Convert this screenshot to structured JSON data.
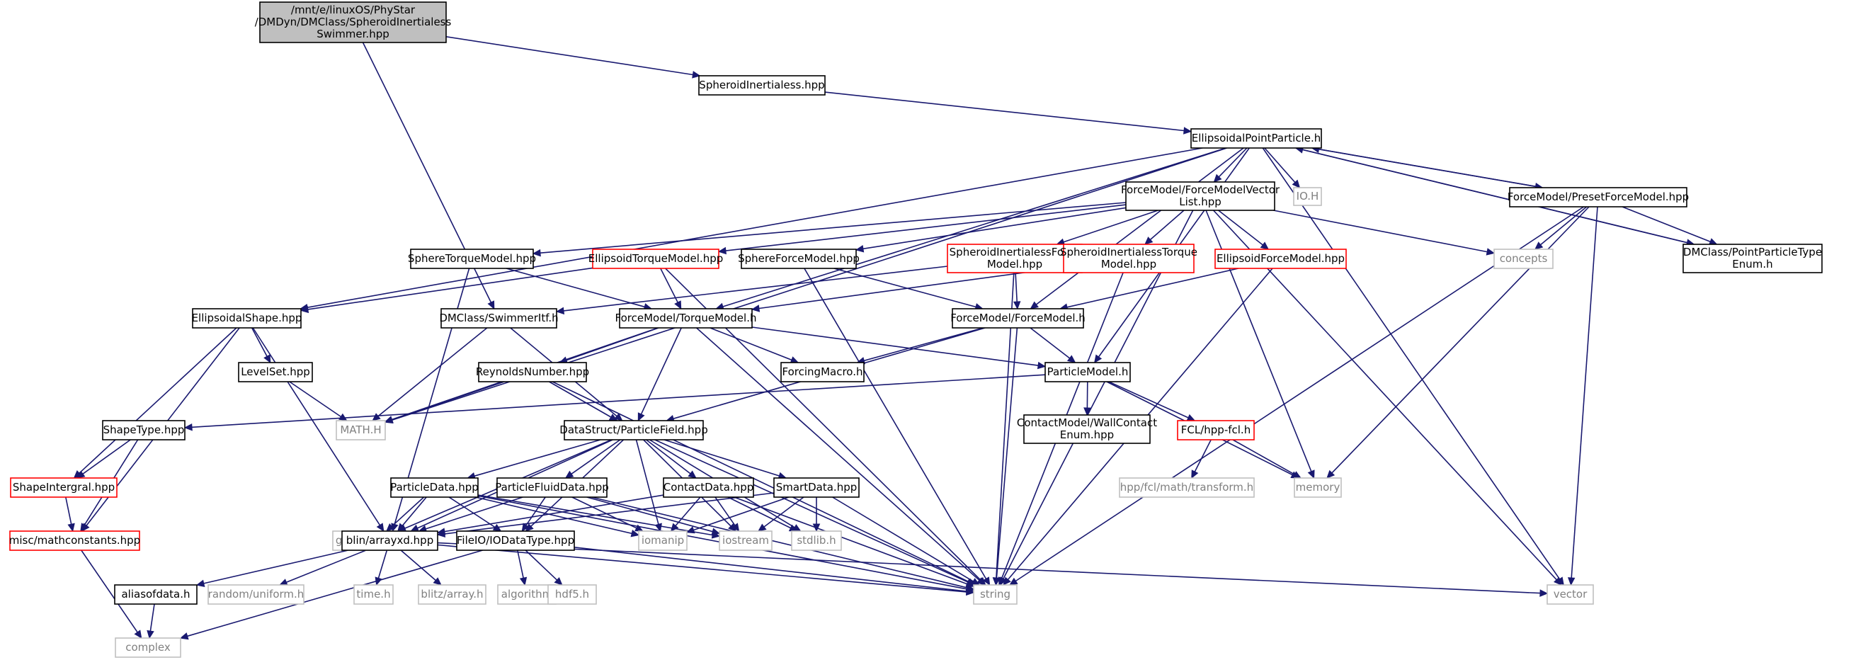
{
  "graph_title": "",
  "nodes": [
    {
      "id": "root",
      "lines": [
        "/mnt/e/linuxOS/PhyStar",
        "/DMDyn/DMClass/SpheroidInertialess",
        "Swimmer.hpp"
      ],
      "style": "root"
    },
    {
      "id": "SpheroidInertialess",
      "lines": [
        "SpheroidInertialess.hpp"
      ],
      "style": "normal"
    },
    {
      "id": "EllipsoidalPointParticle",
      "lines": [
        "EllipsoidalPointParticle.h"
      ],
      "style": "normal"
    },
    {
      "id": "ForceModelVectorList",
      "lines": [
        "ForceModel/ForceModelVector",
        "List.hpp"
      ],
      "style": "normal"
    },
    {
      "id": "IOH",
      "lines": [
        "IO.H"
      ],
      "style": "system"
    },
    {
      "id": "PresetForceModel",
      "lines": [
        "ForceModel/PresetForceModel.hpp"
      ],
      "style": "normal"
    },
    {
      "id": "concepts",
      "lines": [
        "concepts"
      ],
      "style": "system"
    },
    {
      "id": "PointParticleTypeEnum",
      "lines": [
        "DMClass/PointParticleType",
        "Enum.h"
      ],
      "style": "normal"
    },
    {
      "id": "SphereTorqueModel",
      "lines": [
        "SphereTorqueModel.hpp"
      ],
      "style": "normal"
    },
    {
      "id": "EllipsoidTorqueModel",
      "lines": [
        "EllipsoidTorqueModel.hpp"
      ],
      "style": "missing"
    },
    {
      "id": "SphereForceModel",
      "lines": [
        "SphereForceModel.hpp"
      ],
      "style": "normal"
    },
    {
      "id": "SpheroidInertialessForceModel",
      "lines": [
        "SpheroidInertialessForce",
        "Model.hpp"
      ],
      "style": "missing"
    },
    {
      "id": "SpheroidInertialessTorqueModel",
      "lines": [
        "SpheroidInertialessTorque",
        "Model.hpp"
      ],
      "style": "missing"
    },
    {
      "id": "EllipsoidForceModel",
      "lines": [
        "EllipsoidForceModel.hpp"
      ],
      "style": "missing"
    },
    {
      "id": "EllipsoidalShape",
      "lines": [
        "EllipsoidalShape.hpp"
      ],
      "style": "normal"
    },
    {
      "id": "SwimmerItf",
      "lines": [
        "DMClass/SwimmerItf.h"
      ],
      "style": "normal"
    },
    {
      "id": "TorqueModel",
      "lines": [
        "ForceModel/TorqueModel.h"
      ],
      "style": "normal"
    },
    {
      "id": "ForceModel",
      "lines": [
        "ForceModel/ForceModel.h"
      ],
      "style": "normal"
    },
    {
      "id": "LevelSet",
      "lines": [
        "LevelSet.hpp"
      ],
      "style": "normal"
    },
    {
      "id": "ReynoldsNumber",
      "lines": [
        "ReynoldsNumber.hpp"
      ],
      "style": "normal"
    },
    {
      "id": "ForcingMacro",
      "lines": [
        "ForcingMacro.h"
      ],
      "style": "normal"
    },
    {
      "id": "ParticleModel",
      "lines": [
        "ParticleModel.h"
      ],
      "style": "normal"
    },
    {
      "id": "MATHH",
      "lines": [
        "MATH.H"
      ],
      "style": "system"
    },
    {
      "id": "ShapeType",
      "lines": [
        "ShapeType.hpp"
      ],
      "style": "normal"
    },
    {
      "id": "ParticleField",
      "lines": [
        "DataStruct/ParticleField.hpp"
      ],
      "style": "normal"
    },
    {
      "id": "WallContactEnum",
      "lines": [
        "ContactModel/WallContact",
        "Enum.hpp"
      ],
      "style": "normal"
    },
    {
      "id": "hppfcl",
      "lines": [
        "FCL/hpp-fcl.h"
      ],
      "style": "missing"
    },
    {
      "id": "ShapeIntergral",
      "lines": [
        "ShapeIntergral.hpp"
      ],
      "style": "missing"
    },
    {
      "id": "ParticleData",
      "lines": [
        "ParticleData.hpp"
      ],
      "style": "normal"
    },
    {
      "id": "ParticleFluidData",
      "lines": [
        "ParticleFluidData.hpp"
      ],
      "style": "normal"
    },
    {
      "id": "ContactData",
      "lines": [
        "ContactData.hpp"
      ],
      "style": "normal"
    },
    {
      "id": "SmartData",
      "lines": [
        "SmartData.hpp"
      ],
      "style": "normal"
    },
    {
      "id": "fcltransform",
      "lines": [
        "hpp/fcl/math/transform.h"
      ],
      "style": "system"
    },
    {
      "id": "memory",
      "lines": [
        "memory"
      ],
      "style": "system"
    },
    {
      "id": "mathconstants",
      "lines": [
        "misc/mathconstants.hpp"
      ],
      "style": "missing"
    },
    {
      "id": "GSMPI",
      "lines": [
        "gsmpi/GSMPI.H"
      ],
      "style": "system"
    },
    {
      "id": "arrayxd",
      "lines": [
        "blin/arrayxd.hpp"
      ],
      "style": "normal"
    },
    {
      "id": "IODataType",
      "lines": [
        "FileIO/IODataType.hpp"
      ],
      "style": "normal"
    },
    {
      "id": "iomanip",
      "lines": [
        "iomanip"
      ],
      "style": "system"
    },
    {
      "id": "iostream",
      "lines": [
        "iostream"
      ],
      "style": "system"
    },
    {
      "id": "stdlib",
      "lines": [
        "stdlib.h"
      ],
      "style": "system"
    },
    {
      "id": "aliasofdata",
      "lines": [
        "aliasofdata.h"
      ],
      "style": "normal"
    },
    {
      "id": "random",
      "lines": [
        "random/uniform.h"
      ],
      "style": "system"
    },
    {
      "id": "timeh",
      "lines": [
        "time.h"
      ],
      "style": "system"
    },
    {
      "id": "blitz",
      "lines": [
        "blitz/array.h"
      ],
      "style": "system"
    },
    {
      "id": "algorithm",
      "lines": [
        "algorithm"
      ],
      "style": "system"
    },
    {
      "id": "hdf5",
      "lines": [
        "hdf5.h"
      ],
      "style": "system"
    },
    {
      "id": "string",
      "lines": [
        "string"
      ],
      "style": "system"
    },
    {
      "id": "vector",
      "lines": [
        "vector"
      ],
      "style": "system"
    },
    {
      "id": "complex",
      "lines": [
        "complex"
      ],
      "style": "system"
    }
  ],
  "edges": [
    [
      "root",
      "SpheroidInertialess"
    ],
    [
      "root",
      "SwimmerItf"
    ],
    [
      "SpheroidInertialess",
      "EllipsoidalPointParticle"
    ],
    [
      "EllipsoidalPointParticle",
      "ForceModelVectorList"
    ],
    [
      "EllipsoidalPointParticle",
      "IOH"
    ],
    [
      "EllipsoidalPointParticle",
      "PresetForceModel"
    ],
    [
      "EllipsoidalPointParticle",
      "PointParticleTypeEnum"
    ],
    [
      "EllipsoidalPointParticle",
      "EllipsoidalShape"
    ],
    [
      "EllipsoidalPointParticle",
      "MATHH"
    ],
    [
      "EllipsoidalPointParticle",
      "TorqueModel"
    ],
    [
      "EllipsoidalPointParticle",
      "ForceModel"
    ],
    [
      "EllipsoidalPointParticle",
      "ParticleModel"
    ],
    [
      "EllipsoidalPointParticle",
      "vector"
    ],
    [
      "ForceModelVectorList",
      "SphereTorqueModel"
    ],
    [
      "ForceModelVectorList",
      "EllipsoidTorqueModel"
    ],
    [
      "ForceModelVectorList",
      "SphereForceModel"
    ],
    [
      "ForceModelVectorList",
      "SpheroidInertialessForceModel"
    ],
    [
      "ForceModelVectorList",
      "SpheroidInertialessTorqueModel"
    ],
    [
      "ForceModelVectorList",
      "EllipsoidForceModel"
    ],
    [
      "ForceModelVectorList",
      "concepts"
    ],
    [
      "ForceModelVectorList",
      "memory"
    ],
    [
      "ForceModelVectorList",
      "string"
    ],
    [
      "ForceModelVectorList",
      "vector"
    ],
    [
      "PresetForceModel",
      "concepts"
    ],
    [
      "PresetForceModel",
      "PointParticleTypeEnum"
    ],
    [
      "PresetForceModel",
      "EllipsoidalPointParticle"
    ],
    [
      "PresetForceModel",
      "memory"
    ],
    [
      "PresetForceModel",
      "string"
    ],
    [
      "PresetForceModel",
      "vector"
    ],
    [
      "PointParticleTypeEnum",
      "EllipsoidalPointParticle"
    ],
    [
      "SphereTorqueModel",
      "TorqueModel"
    ],
    [
      "SphereTorqueModel",
      "arrayxd"
    ],
    [
      "EllipsoidTorqueModel",
      "EllipsoidalShape"
    ],
    [
      "EllipsoidTorqueModel",
      "TorqueModel"
    ],
    [
      "EllipsoidTorqueModel",
      "string"
    ],
    [
      "SphereForceModel",
      "ForceModel"
    ],
    [
      "SphereForceModel",
      "string"
    ],
    [
      "SpheroidInertialessForceModel",
      "SwimmerItf"
    ],
    [
      "SpheroidInertialessForceModel",
      "ForceModel"
    ],
    [
      "SpheroidInertialessForceModel",
      "string"
    ],
    [
      "SpheroidInertialessTorqueModel",
      "TorqueModel"
    ],
    [
      "SpheroidInertialessTorqueModel",
      "string"
    ],
    [
      "EllipsoidForceModel",
      "ForceModel"
    ],
    [
      "EllipsoidForceModel",
      "string"
    ],
    [
      "EllipsoidalShape",
      "LevelSet"
    ],
    [
      "EllipsoidalShape",
      "ShapeIntergral"
    ],
    [
      "EllipsoidalShape",
      "mathconstants"
    ],
    [
      "EllipsoidalShape",
      "arrayxd"
    ],
    [
      "SwimmerItf",
      "MATHH"
    ],
    [
      "SwimmerItf",
      "ParticleField"
    ],
    [
      "TorqueModel",
      "ReynoldsNumber"
    ],
    [
      "TorqueModel",
      "ForcingMacro"
    ],
    [
      "TorqueModel",
      "ParticleModel"
    ],
    [
      "TorqueModel",
      "MATHH"
    ],
    [
      "TorqueModel",
      "ParticleField"
    ],
    [
      "TorqueModel",
      "string"
    ],
    [
      "ForceModel",
      "ForcingMacro"
    ],
    [
      "ForceModel",
      "ParticleModel"
    ],
    [
      "ForceModel",
      "ParticleField"
    ],
    [
      "ForceModel",
      "string"
    ],
    [
      "LevelSet",
      "MATHH"
    ],
    [
      "ReynoldsNumber",
      "MATHH"
    ],
    [
      "ReynoldsNumber",
      "ParticleField"
    ],
    [
      "ReynoldsNumber",
      "string"
    ],
    [
      "ParticleModel",
      "ShapeType"
    ],
    [
      "ParticleModel",
      "WallContactEnum"
    ],
    [
      "ParticleModel",
      "hppfcl"
    ],
    [
      "ParticleModel",
      "memory"
    ],
    [
      "ShapeType",
      "ShapeIntergral"
    ],
    [
      "ShapeType",
      "mathconstants"
    ],
    [
      "ShapeIntergral",
      "mathconstants"
    ],
    [
      "mathconstants",
      "complex"
    ],
    [
      "hppfcl",
      "fcltransform"
    ],
    [
      "hppfcl",
      "memory"
    ],
    [
      "ParticleField",
      "ParticleData"
    ],
    [
      "ParticleField",
      "ParticleFluidData"
    ],
    [
      "ParticleField",
      "ContactData"
    ],
    [
      "ParticleField",
      "SmartData"
    ],
    [
      "ParticleField",
      "GSMPI"
    ],
    [
      "ParticleField",
      "arrayxd"
    ],
    [
      "ParticleField",
      "IODataType"
    ],
    [
      "ParticleField",
      "iomanip"
    ],
    [
      "ParticleField",
      "iostream"
    ],
    [
      "ParticleField",
      "stdlib"
    ],
    [
      "ParticleField",
      "string"
    ],
    [
      "ParticleData",
      "GSMPI"
    ],
    [
      "ParticleData",
      "arrayxd"
    ],
    [
      "ParticleData",
      "IODataType"
    ],
    [
      "ParticleData",
      "iomanip"
    ],
    [
      "ParticleData",
      "iostream"
    ],
    [
      "ParticleData",
      "string"
    ],
    [
      "ParticleFluidData",
      "arrayxd"
    ],
    [
      "ParticleFluidData",
      "IODataType"
    ],
    [
      "ParticleFluidData",
      "iomanip"
    ],
    [
      "ParticleFluidData",
      "iostream"
    ],
    [
      "ParticleFluidData",
      "string"
    ],
    [
      "ContactData",
      "arrayxd"
    ],
    [
      "ContactData",
      "iomanip"
    ],
    [
      "ContactData",
      "iostream"
    ],
    [
      "ContactData",
      "stdlib"
    ],
    [
      "ContactData",
      "string"
    ],
    [
      "SmartData",
      "arrayxd"
    ],
    [
      "SmartData",
      "iomanip"
    ],
    [
      "SmartData",
      "iostream"
    ],
    [
      "SmartData",
      "stdlib"
    ],
    [
      "SmartData",
      "string"
    ],
    [
      "arrayxd",
      "aliasofdata"
    ],
    [
      "arrayxd",
      "random"
    ],
    [
      "arrayxd",
      "timeh"
    ],
    [
      "arrayxd",
      "blitz"
    ],
    [
      "arrayxd",
      "string"
    ],
    [
      "arrayxd",
      "vector"
    ],
    [
      "IODataType",
      "algorithm"
    ],
    [
      "IODataType",
      "hdf5"
    ],
    [
      "IODataType",
      "string"
    ],
    [
      "IODataType",
      "complex"
    ],
    [
      "aliasofdata",
      "complex"
    ]
  ],
  "colors": {
    "edge": "#191970",
    "root_fill": "#bfbfbf",
    "normal_border": "#000000",
    "missing_border": "#ff0000",
    "system_border": "#bfbfbf",
    "system_text": "#808080",
    "text": "#000000"
  }
}
